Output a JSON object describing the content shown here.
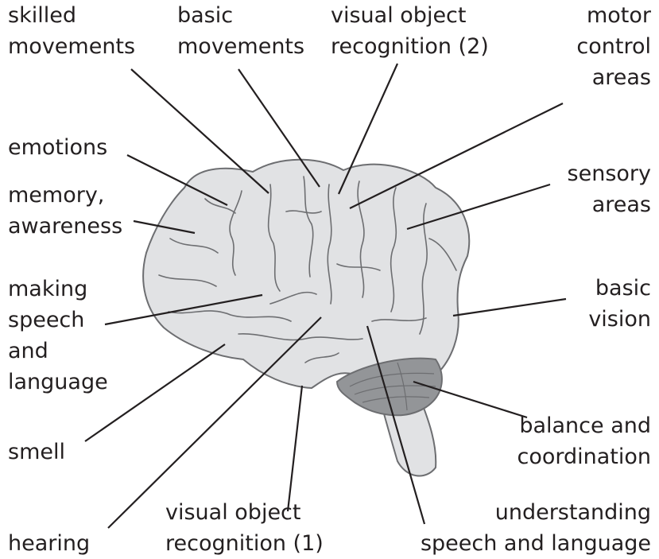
{
  "colors": {
    "brain_fill": "#e1e2e4",
    "brain_stroke": "#6d6e71",
    "cerebellum_fill": "#939598",
    "leader_line": "#231f20",
    "text": "#231f20"
  },
  "labels": {
    "skilled_movements": "skilled\nmovements",
    "basic_movements": "basic\nmovements",
    "visual_object_recognition_2": "visual object\nrecognition (2)",
    "motor_control_areas": "motor\ncontrol\nareas",
    "emotions": "emotions",
    "memory_awareness": "memory,\nawareness",
    "sensory_areas": "sensory\nareas",
    "making_speech": "making\nspeech\nand\nlanguage",
    "basic_vision": "basic\nvision",
    "balance": "balance and\ncoordination",
    "smell": "smell",
    "hearing": "hearing",
    "visual_object_recognition_1": "visual object\nrecognition (1)",
    "understanding_speech": "understanding\nspeech and language"
  }
}
